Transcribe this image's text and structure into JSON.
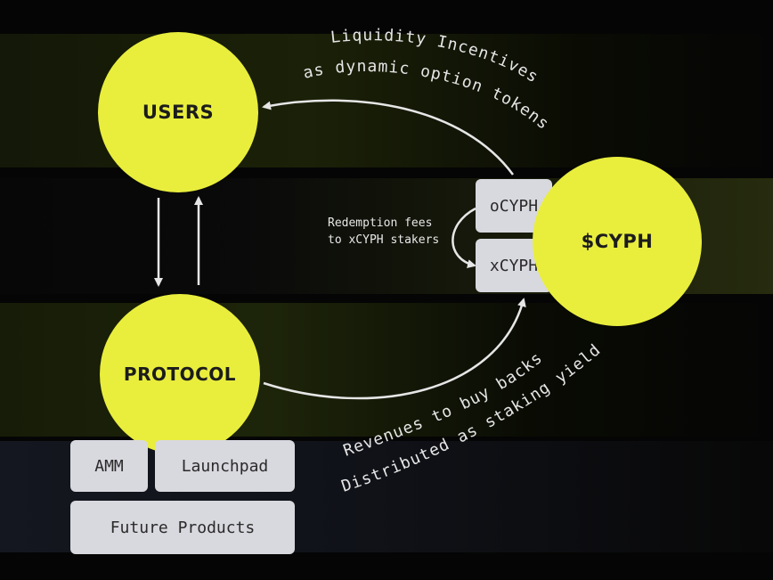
{
  "nodes": {
    "users": "USERS",
    "protocol": "PROTOCOL",
    "cyph": "$CYPH",
    "ocyph": "oCYPH",
    "xcyph": "xCYPH",
    "amm": "AMM",
    "launchpad": "Launchpad",
    "future_products": "Future Products"
  },
  "labels": {
    "liquidity_line1": "Liquidity Incentives",
    "liquidity_line2": "as dynamic option tokens",
    "redemption_line1": "Redemption fees",
    "redemption_line2": "to xCYPH stakers",
    "revenue_line1": "Revenues to buy backs",
    "revenue_line2": "Distributed as staking yield"
  },
  "colors": {
    "node": "#e9ee3d",
    "box": "#d8d8df",
    "line": "#e6e6e6",
    "background": "#050505"
  }
}
